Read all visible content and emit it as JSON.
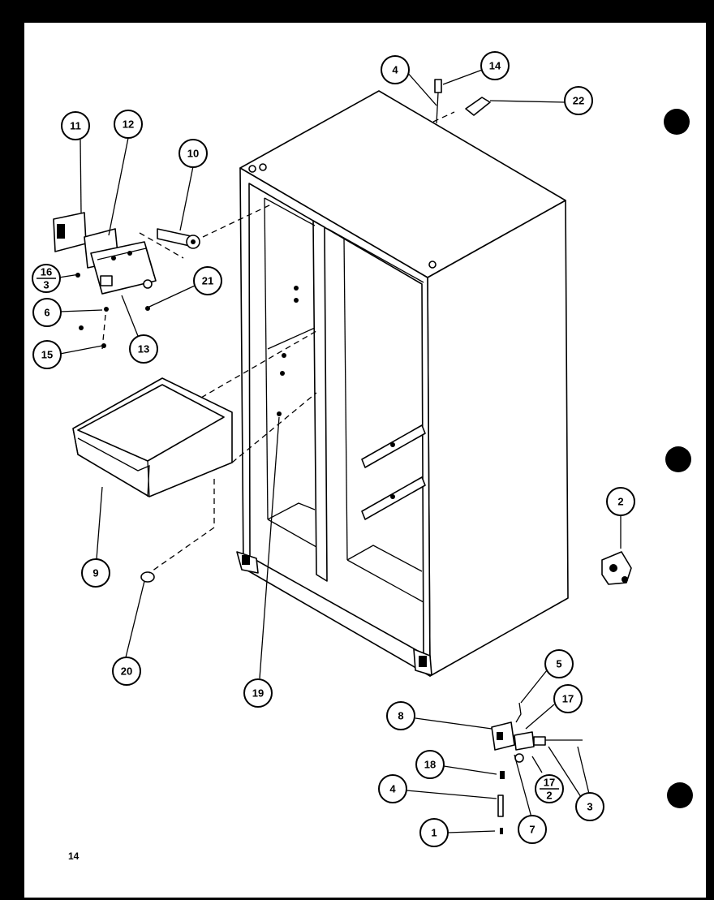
{
  "page_number": "14",
  "callouts": {
    "c1": "1",
    "c2": "2",
    "c3": "3",
    "c4a": "4",
    "c4b": "4",
    "c5": "5",
    "c6": "6",
    "c7": "7",
    "c8": "8",
    "c9": "9",
    "c10": "10",
    "c11": "11",
    "c12": "12",
    "c13": "13",
    "c14": "14",
    "c15": "15",
    "c17": "17",
    "c18": "18",
    "c19": "19",
    "c20": "20",
    "c21": "21",
    "c22": "22",
    "f16_num": "16",
    "f16_den": "3",
    "f17_num": "17",
    "f17_den": "2"
  }
}
